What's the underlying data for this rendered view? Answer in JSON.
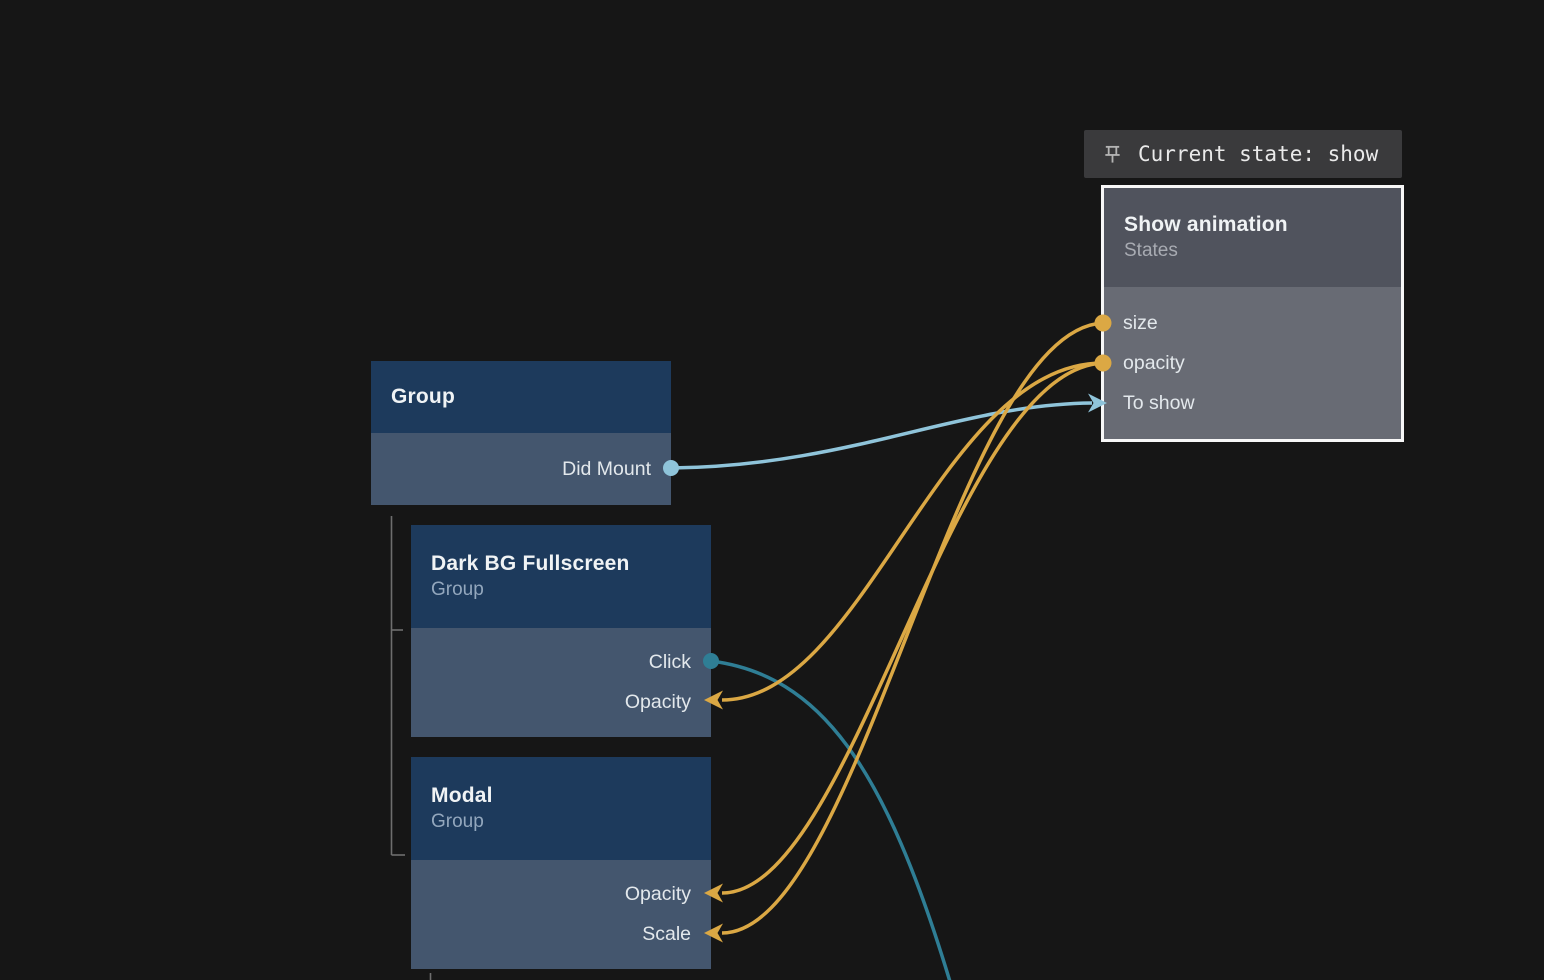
{
  "pinned_status": {
    "text": "Current state: show",
    "pin_icon": "pushpin-icon"
  },
  "nodes": {
    "show_animation": {
      "title": "Show animation",
      "subtitle": "States",
      "ports": [
        {
          "label": "size",
          "connector": "dot",
          "side": "left"
        },
        {
          "label": "opacity",
          "connector": "dot",
          "side": "left"
        },
        {
          "label": "To show",
          "connector": "arrow",
          "side": "left"
        }
      ]
    },
    "group": {
      "title": "Group",
      "ports": [
        {
          "label": "Did Mount",
          "connector": "dot",
          "side": "right"
        }
      ]
    },
    "dark_bg": {
      "title": "Dark BG Fullscreen",
      "subtitle": "Group",
      "ports": [
        {
          "label": "Click",
          "connector": "dot",
          "side": "right"
        },
        {
          "label": "Opacity",
          "connector": "arrow",
          "side": "right"
        }
      ]
    },
    "modal": {
      "title": "Modal",
      "subtitle": "Group",
      "ports": [
        {
          "label": "Opacity",
          "connector": "arrow",
          "side": "right"
        },
        {
          "label": "Scale",
          "connector": "arrow",
          "side": "right"
        }
      ]
    }
  },
  "connections": [
    {
      "from": "group.Did Mount",
      "to": "show_animation.To show",
      "color_key": "cyan_light"
    },
    {
      "from": "dark_bg.Click",
      "to": "offscreen-bottom",
      "color_key": "teal"
    },
    {
      "from": "show_animation.opacity",
      "to": "dark_bg.Opacity",
      "color_key": "yellow"
    },
    {
      "from": "show_animation.opacity",
      "to": "modal.Opacity",
      "color_key": "yellow"
    },
    {
      "from": "show_animation.size",
      "to": "modal.Scale",
      "color_key": "yellow"
    }
  ],
  "colors": {
    "background": "#161616",
    "node_header_blue": "#1d3a5c",
    "node_body_blue": "#44566e",
    "node_header_gray": "#50535d",
    "node_body_gray": "#686b74",
    "node_border_white": "#f7f7f7",
    "yellow": "#dba844",
    "cyan_light": "#8fc4da",
    "teal": "#2f7e95",
    "hierarchy_line": "#6e6e6e",
    "status_bg": "#3a3a3c",
    "status_text": "#eaeaea",
    "pin_icon": "#b4b4b4"
  }
}
